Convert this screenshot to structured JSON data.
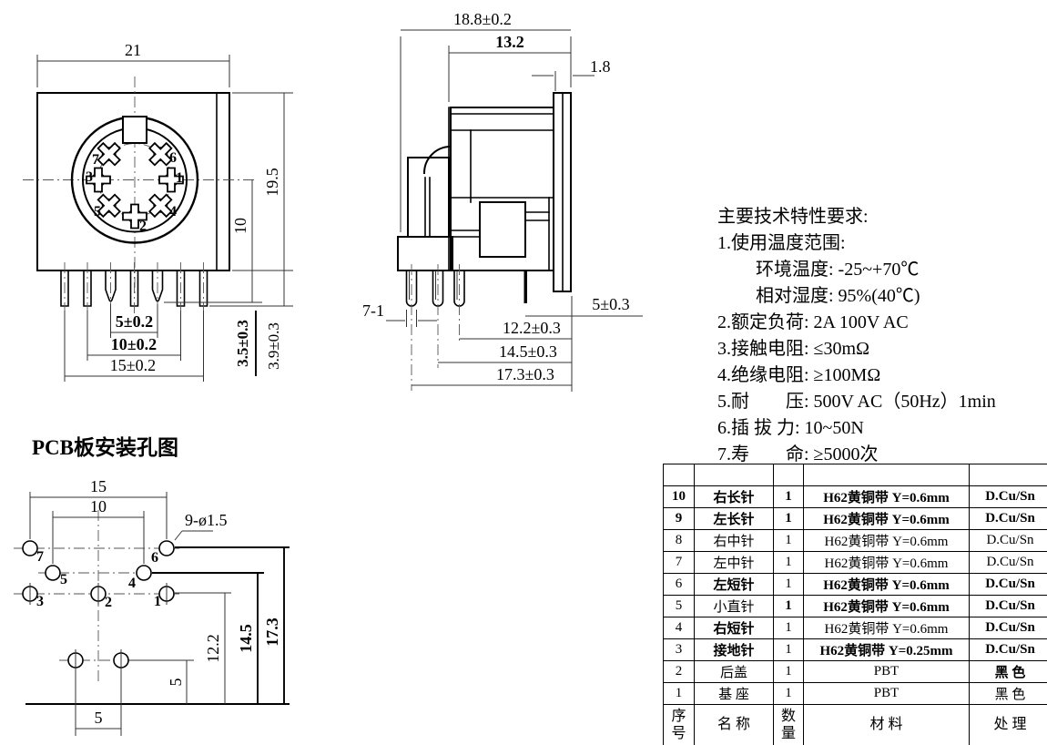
{
  "front": {
    "dim_width": "21",
    "dim_height": "19.5",
    "dim_center_to_bottom": "10",
    "dim_pin_short": "3.5±0.3",
    "dim_pin_long": "3.9±0.3",
    "dim_span_inner": "5±0.2",
    "dim_span_mid": "10±0.2",
    "dim_span_outer": "15±0.2",
    "pin_labels": {
      "n7": "7",
      "n6": "6",
      "n3": "3",
      "n1": "1",
      "n5": "5",
      "n4": "4",
      "n2": "2"
    }
  },
  "side": {
    "dim_total_width": "18.8±0.2",
    "dim_body_width": "13.2",
    "dim_flange": "1.8",
    "pin_note": "7-1",
    "dim_pin_edge": "5±0.3",
    "dim_row1": "12.2±0.3",
    "dim_row2": "14.5±0.3",
    "dim_row3": "17.3±0.3"
  },
  "pcb": {
    "title": "PCB板安装孔图",
    "dim_outer": "15",
    "dim_inner": "10",
    "hole_note": "9-ø1.5",
    "dim_v5": "5",
    "dim_v122": "12.2",
    "dim_v145": "14.5",
    "dim_v173": "17.3",
    "dim_b5": "5",
    "labels": {
      "n7": "7",
      "n6": "6",
      "n5": "5",
      "n4": "4",
      "n3": "3",
      "n2": "2",
      "n1": "1"
    }
  },
  "specs": {
    "title": "主要技术特性要求:",
    "l1": "1.使用温度范围:",
    "l2": "环境温度: -25~+70℃",
    "l3": "相对湿度: 95%(40℃)",
    "l4": "2.额定负荷: 2A 100V AC",
    "l5": "3.接触电阻: ≤30mΩ",
    "l6": "4.绝缘电阻: ≥100MΩ",
    "l7": "5.耐　　压: 500V AC（50Hz）1min",
    "l8": "6.插 拔 力: 10~50N",
    "l9": "7.寿　　命: ≥5000次"
  },
  "bom": {
    "headers": {
      "no": "序号",
      "name": "名 称",
      "qty": "数量",
      "mat": "材 料",
      "fin": "处 理"
    },
    "rows": [
      {
        "no": "10",
        "name": "右长针",
        "qty": "1",
        "mat": "H62黄铜带 Y=0.6mm",
        "fin": "D.Cu/Sn"
      },
      {
        "no": "9",
        "name": "左长针",
        "qty": "1",
        "mat": "H62黄铜带 Y=0.6mm",
        "fin": "D.Cu/Sn"
      },
      {
        "no": "8",
        "name": "右中针",
        "qty": "1",
        "mat": "H62黄铜带 Y=0.6mm",
        "fin": "D.Cu/Sn"
      },
      {
        "no": "7",
        "name": "左中针",
        "qty": "1",
        "mat": "H62黄铜带 Y=0.6mm",
        "fin": "D.Cu/Sn"
      },
      {
        "no": "6",
        "name": "左短针",
        "qty": "1",
        "mat": "H62黄铜带 Y=0.6mm",
        "fin": "D.Cu/Sn"
      },
      {
        "no": "5",
        "name": "小直针",
        "qty": "1",
        "mat": "H62黄铜带 Y=0.6mm",
        "fin": "D.Cu/Sn"
      },
      {
        "no": "4",
        "name": "右短针",
        "qty": "1",
        "mat": "H62黄铜带 Y=0.6mm",
        "fin": "D.Cu/Sn"
      },
      {
        "no": "3",
        "name": "接地针",
        "qty": "1",
        "mat": "H62黄铜带 Y=0.25mm",
        "fin": "D.Cu/Sn"
      },
      {
        "no": "2",
        "name": "后盖",
        "qty": "1",
        "mat": "PBT",
        "fin": "黑 色"
      },
      {
        "no": "1",
        "name": "基 座",
        "qty": "1",
        "mat": "PBT",
        "fin": "黑 色"
      }
    ]
  }
}
